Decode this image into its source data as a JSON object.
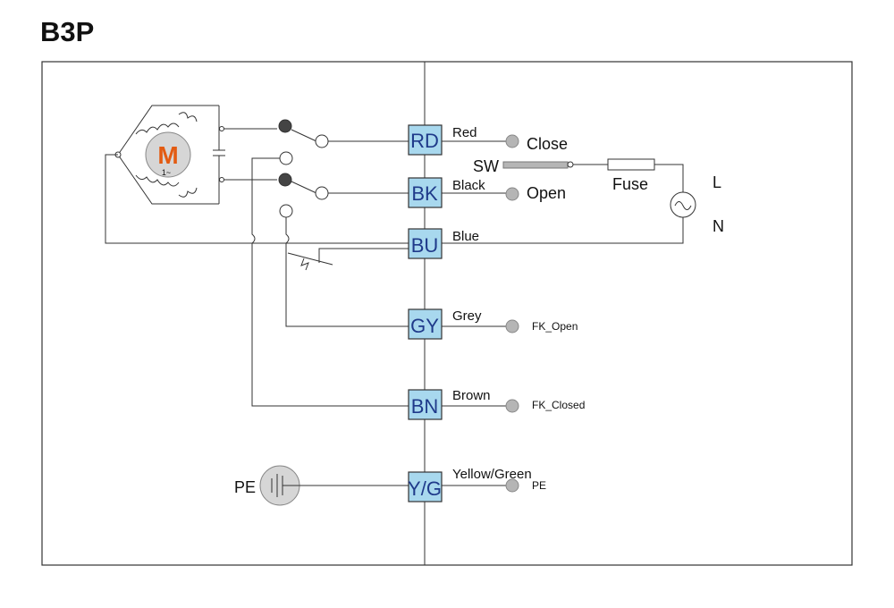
{
  "title": "B3P",
  "colors": {
    "terminal_fill": "#a8d8ee",
    "terminal_text": "#1f3a8a",
    "motor_letter": "#e35b12",
    "contact_dark": "#444444",
    "dot_grey": "#b5b5b5"
  },
  "motor": {
    "letter": "M",
    "phase": "1~"
  },
  "terminals": [
    {
      "code": "RD",
      "wire": "Red",
      "function": "Close"
    },
    {
      "code": "BK",
      "wire": "Black",
      "function": "Open"
    },
    {
      "code": "BU",
      "wire": "Blue",
      "function": ""
    },
    {
      "code": "GY",
      "wire": "Grey",
      "function": "FK_Open"
    },
    {
      "code": "BN",
      "wire": "Brown",
      "function": "FK_Closed"
    },
    {
      "code": "Y/G",
      "wire": "Yellow/Green",
      "function": "PE"
    }
  ],
  "supply": {
    "switch": "SW",
    "fuse": "Fuse",
    "line": "L",
    "neutral": "N"
  },
  "earth": {
    "label": "PE"
  }
}
